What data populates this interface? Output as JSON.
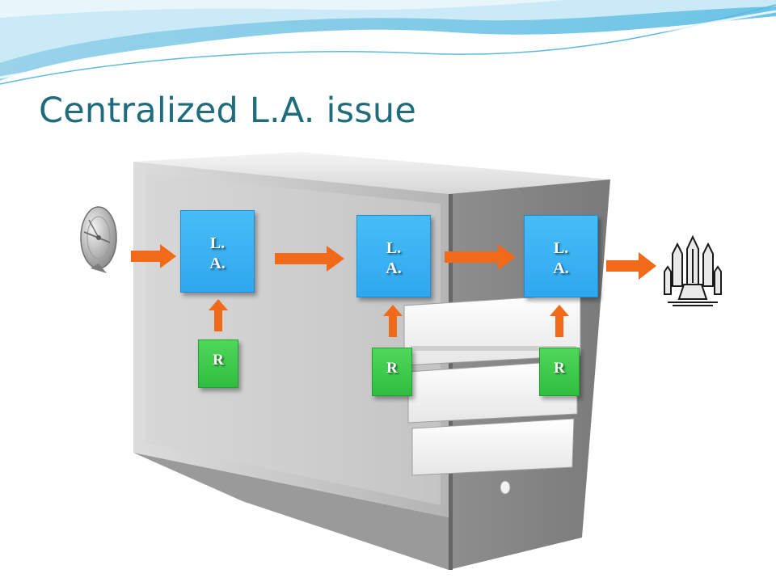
{
  "title": "Centralized L.A. issue",
  "nodes": {
    "la_1": "L.\nA.",
    "la_2": "L.\nA.",
    "la_3": "L.\nA.",
    "r_1": "R",
    "r_2": "R",
    "r_3": "R"
  },
  "icons": {
    "input": "satellite-dish-icon",
    "output": "missile-rockets-icon",
    "background": "server-tower-icon"
  },
  "colors": {
    "title": "#1e6c7c",
    "la_box": "#3fb3f3",
    "r_box": "#3cc94a",
    "arrow": "#f06a1a"
  }
}
